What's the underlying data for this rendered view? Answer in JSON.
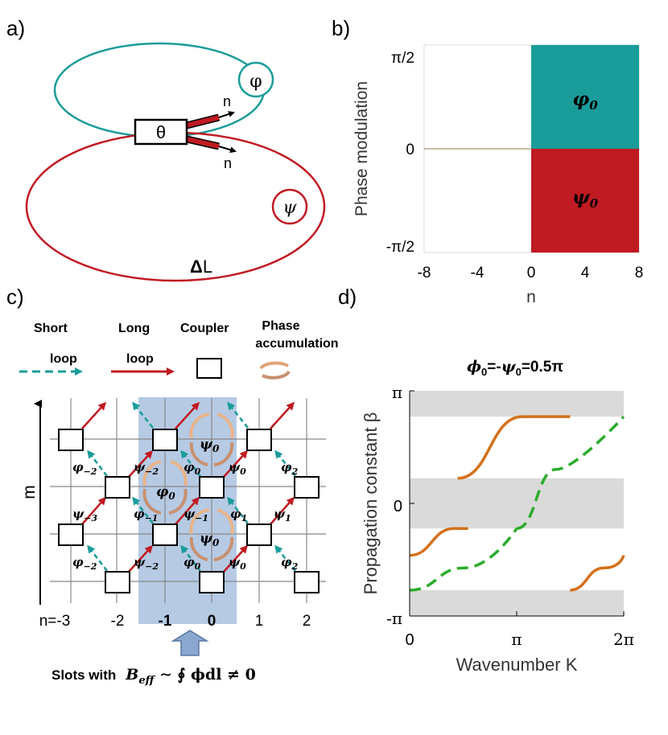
{
  "panel_a": {
    "label": "a)",
    "coupler_symbol": "θ",
    "phase_short": "φ",
    "phase_long": "ψ",
    "direction_top": "n",
    "direction_bottom": "n",
    "delta_l_bold": "Δ",
    "delta_l_rest": "L",
    "colors": {
      "short_loop": "#1a9c9a",
      "long_loop": "#c01a22"
    }
  },
  "panel_b": {
    "label": "b)",
    "chart_data": {
      "type": "heatmap",
      "xlabel": "n",
      "ylabel": "Phase modulation",
      "xlim": [
        -8,
        8
      ],
      "ylim": [
        -1.5708,
        1.5708
      ],
      "x_ticks": [
        "-8",
        "-4",
        "0",
        "4",
        "8"
      ],
      "y_ticks": [
        "-π/2",
        "0",
        "π/2"
      ],
      "regions": [
        {
          "x": [
            0,
            8
          ],
          "y": [
            0,
            1.5708
          ],
          "label_base": "φ",
          "label_sub": "0",
          "color": "#1a9c9a"
        },
        {
          "x": [
            0,
            8
          ],
          "y": [
            -1.5708,
            0
          ],
          "label_base": "ψ",
          "label_sub": "0",
          "color": "#c01a22"
        }
      ],
      "zero_line": 0
    }
  },
  "panel_c": {
    "label": "c)",
    "legend": {
      "short_title": "Short",
      "short_word": "loop",
      "long_title": "Long",
      "long_word": "loop",
      "coupler_title": "Coupler",
      "phase_title_1": "Phase",
      "phase_title_2": "accumulation"
    },
    "axis_m": "m",
    "n_ticks": [
      "n=-3",
      "-2",
      "-1",
      "0",
      "1",
      "2"
    ],
    "bold_ticks": [
      "-1",
      "0"
    ],
    "lattice_labels": {
      "phi_m2": "φ",
      "phi_m2_sub": "−2",
      "psi_m2": "ψ",
      "psi_m2_sub": "−2",
      "phi_0": "φ",
      "phi_0_sub": "0",
      "psi_0": "ψ",
      "psi_0_sub": "0",
      "phi_2": "φ",
      "phi_2_sub": "2",
      "psi_m3": "ψ",
      "psi_m3_sub": "−3",
      "phi_m1": "φ",
      "phi_m1_sub": "−1",
      "psi_m1": "ψ",
      "psi_m1_sub": "−1",
      "phi_1": "φ",
      "phi_1_sub": "1",
      "psi_1": "ψ",
      "psi_1_sub": "1"
    },
    "slots_text": "Slots with",
    "slots_formula_b": "B",
    "slots_formula_sub": "eff",
    "slots_formula_rest": " ∼ ∮ ϕdl ≠ 0",
    "colors": {
      "slot": "#a9c1df",
      "arrow": "#8aa7cf"
    }
  },
  "panel_d": {
    "label": "d)",
    "chart_data": {
      "type": "line",
      "title_phi": "ϕ",
      "title_eq1": "=-",
      "title_psi": "ψ",
      "title_sub": "0",
      "title_val": "=0.5π",
      "xlabel": "Wavenumber K",
      "ylabel": "Propagation constant β",
      "xlim": [
        0,
        6.2832
      ],
      "ylim": [
        -3.1416,
        3.1416
      ],
      "x_ticks": [
        "0",
        "π",
        "2π"
      ],
      "y_ticks": [
        "π",
        "0",
        "-π"
      ],
      "gray_bands": [
        [
          2.42,
          3.1416
        ],
        [
          -0.7,
          0.7
        ],
        [
          -3.1416,
          -2.42
        ]
      ],
      "series": [
        {
          "style": "solid",
          "color": "#d4711a",
          "segments": [
            [
              [
                1.41,
                0.7
              ],
              [
                3.3,
                2.42
              ],
              [
                4.71,
                2.42
              ]
            ],
            [
              [
                0,
                -1.45
              ],
              [
                1.3,
                -0.7
              ],
              [
                1.57,
                -0.7
              ]
            ],
            [
              [
                4.71,
                -2.42
              ],
              [
                5.7,
                -1.8
              ],
              [
                6.28,
                -1.45
              ]
            ]
          ]
        },
        {
          "style": "dashed",
          "color": "#2bab2b",
          "segments": [
            [
              [
                3.14,
                -0.7
              ],
              [
                4.3,
                0.95
              ],
              [
                6.28,
                2.42
              ]
            ],
            [
              [
                0,
                -2.42
              ],
              [
                1.6,
                -1.8
              ],
              [
                3.14,
                -0.7
              ]
            ]
          ]
        }
      ]
    }
  }
}
